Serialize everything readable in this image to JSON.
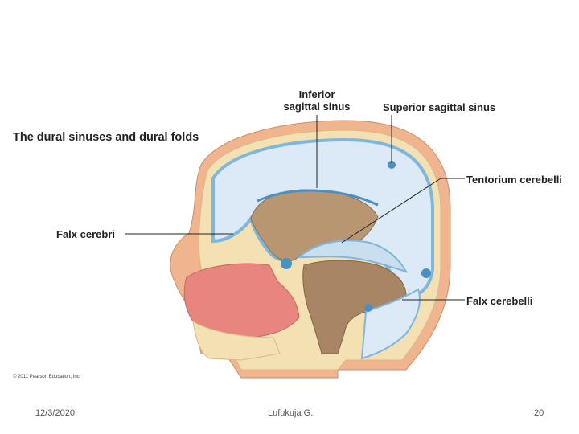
{
  "slide": {
    "title": "The dural sinuses and dural folds",
    "labels": {
      "inferior_sagittal_sinus_line1": "Inferior",
      "inferior_sagittal_sinus_line2": "sagittal sinus",
      "superior_sagittal_sinus": "Superior sagittal sinus",
      "tentorium_cerebelli": "Tentorium cerebelli",
      "falx_cerebri": "Falx cerebri",
      "falx_cerebelli": "Falx cerebelli"
    },
    "copyright": "© 2011 Pearson Education, Inc.",
    "footer": {
      "date": "12/3/2020",
      "author": "Lufukuja G.",
      "page_number": "20"
    }
  },
  "colors": {
    "dura_blue": "#7fb6dc",
    "falx_light_blue": "#dbeaf6",
    "brain_tan": "#b89672",
    "bone": "#f3e1b4",
    "skin": "#f0b58f",
    "nasal_red": "#e7867f"
  }
}
